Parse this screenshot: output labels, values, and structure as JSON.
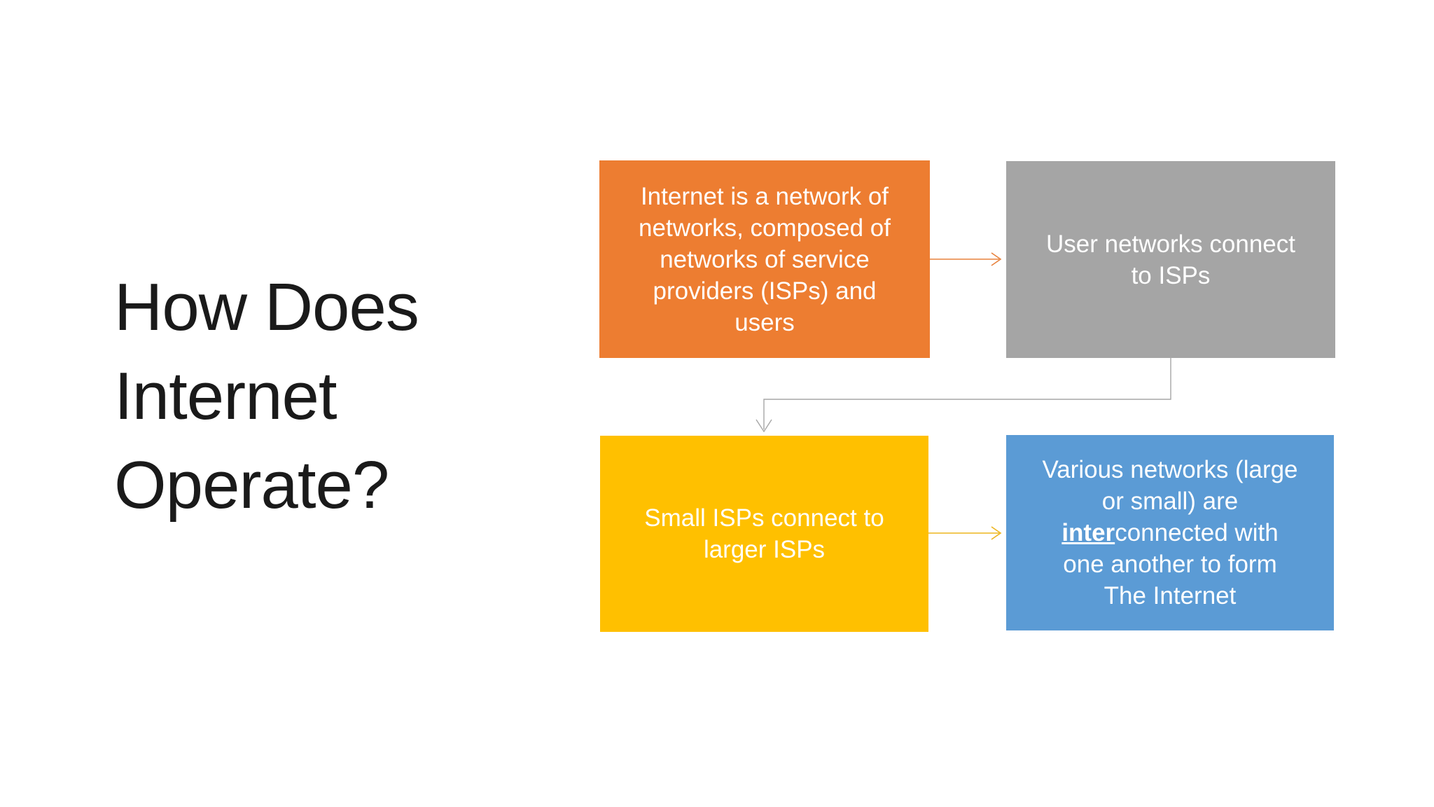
{
  "slide": {
    "title": {
      "lines": [
        "How Does",
        "Internet",
        "Operate?"
      ]
    },
    "flowchart": {
      "boxes": [
        {
          "id": "internet-definition",
          "color": "#ED7D31",
          "lines": [
            "Internet is a network of",
            "networks, composed of",
            "networks of service",
            "providers (ISPs) and",
            "users"
          ]
        },
        {
          "id": "user-networks",
          "color": "#A5A5A5",
          "lines": [
            "User networks connect",
            "to ISPs"
          ]
        },
        {
          "id": "small-isps",
          "color": "#FFC000",
          "lines": [
            "Small ISPs connect to",
            "larger ISPs"
          ]
        },
        {
          "id": "various-networks",
          "color": "#5B9BD5",
          "line1": "Various networks (large",
          "line2": "or small) are",
          "line3_bold": "inter",
          "line3_rest": "connected with",
          "line4": "one another to form",
          "line5": "The Internet"
        }
      ],
      "connectors": [
        {
          "from": "internet-definition",
          "to": "user-networks",
          "shape": "straight-right",
          "color": "#E8823D"
        },
        {
          "from": "user-networks",
          "to": "small-isps",
          "shape": "elbow-down-left-down",
          "color": "#A6A6A6"
        },
        {
          "from": "small-isps",
          "to": "various-networks",
          "shape": "straight-right",
          "color": "#EDB51F"
        }
      ]
    },
    "colors": {
      "background": "#FFFFFF",
      "title_text": "#1A1A1A",
      "box_text": "#FFFFFF",
      "accent_orange": "#ED7D31",
      "accent_gray": "#A5A5A5",
      "accent_gold": "#FFC000",
      "accent_blue": "#5B9BD5",
      "arrow_orange": "#E8823D",
      "arrow_gray": "#A6A6A6",
      "arrow_gold": "#EDB51F"
    }
  }
}
